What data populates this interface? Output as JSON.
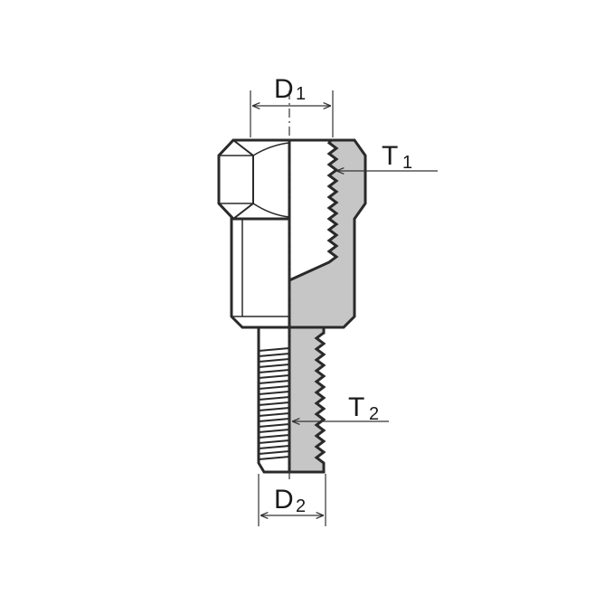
{
  "labels": {
    "d1": {
      "main": "D",
      "sub": "1"
    },
    "d2": {
      "main": "D",
      "sub": "2"
    },
    "t1": {
      "main": "T",
      "sub": "1"
    },
    "t2": {
      "main": "T",
      "sub": "2"
    }
  },
  "colors": {
    "background": "#ffffff",
    "outline": "#2a2a2a",
    "section_fill": "#c6c6c6",
    "dimension_line": "#333333"
  }
}
